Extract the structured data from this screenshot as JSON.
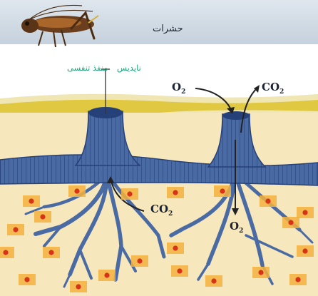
{
  "title": "حشرات",
  "labels": {
    "naidis": "نایدیس",
    "spiracle": "منفذ تنفسی",
    "o2_in": "O",
    "o2_in_sub": "2",
    "co2_out": "CO",
    "co2_out_sub": "2",
    "co2_tissue": "CO",
    "co2_tissue_sub": "2",
    "o2_tissue": "O",
    "o2_tissue_sub": "2"
  },
  "colors": {
    "title_band": "#d4dde6",
    "skin_band": "#efe6b4",
    "cuticle": "#e0c840",
    "tissue": "#f7e7bd",
    "trachea": "#4a6aa3",
    "trachea_dark": "#26407a",
    "cell": "#f3b23e",
    "nucleus": "#d63318",
    "label_green": "#1aa678"
  },
  "cells_count": 22
}
